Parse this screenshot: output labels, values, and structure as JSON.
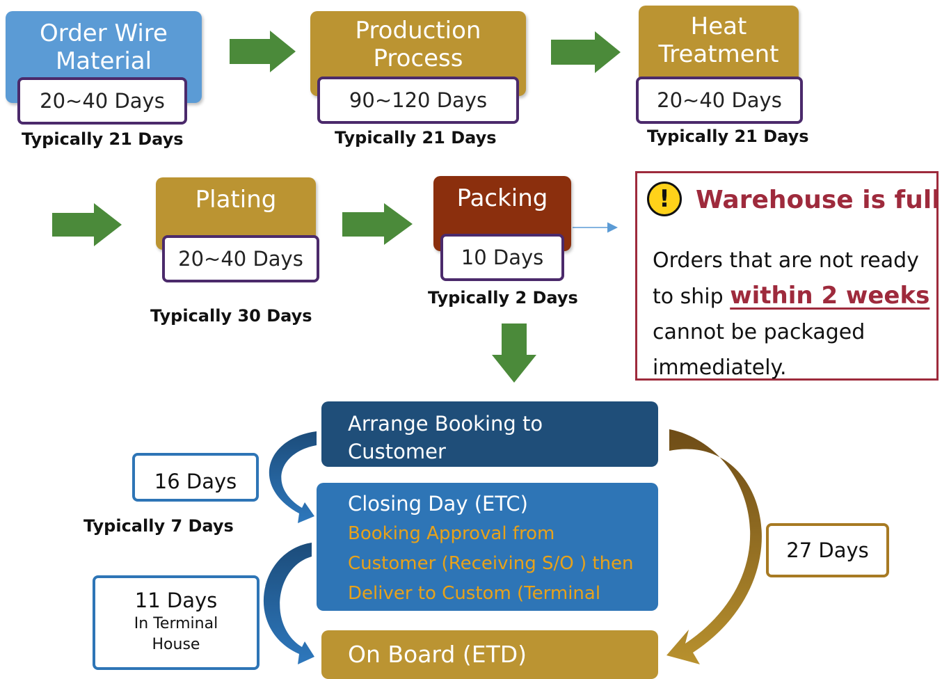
{
  "stages": {
    "order": {
      "title_1": "Order Wire",
      "title_2": "Material",
      "days": "20~40 Days",
      "typical": "Typically 21 Days"
    },
    "production": {
      "title_1": "Production",
      "title_2": "Process",
      "days": "90~120 Days",
      "typical": "Typically 21 Days"
    },
    "heat": {
      "title_1": "Heat",
      "title_2": "Treatment",
      "days": "20~40 Days",
      "typical": "Typically 21 Days"
    },
    "plating": {
      "title_1": "Plating",
      "days": "20~40 Days",
      "typical": "Typically 30 Days"
    },
    "packing": {
      "title_1": "Packing",
      "days": "10 Days",
      "typical": "Typically 2 Days"
    }
  },
  "warning": {
    "icon": "exclamation-icon",
    "title": "Warehouse is full !",
    "line_1": "Orders that are not ready",
    "line_2_prefix": "to ship ",
    "line_2_emphasis": "within 2 weeks",
    "line_3": "cannot be packaged",
    "line_4": "immediately."
  },
  "shipping": {
    "booking": {
      "line_1": "Arrange Booking to",
      "line_2": "Customer"
    },
    "closing": {
      "title": "Closing Day (ETC)",
      "line_1": "Booking Approval from",
      "line_2": "Customer (Receiving S/O ) then",
      "line_3": "Deliver to Custom (Terminal"
    },
    "onboard": {
      "title": "On Board (ETD)"
    },
    "days_16": "16 Days",
    "typical_7": "Typically 7 Days",
    "days_11": "11 Days",
    "days_11_note_1": "In Terminal",
    "days_11_note_2": "House",
    "days_27": "27 Days"
  },
  "colors": {
    "order_blue": "#5b9bd5",
    "gold": "#bb9432",
    "packing_brown": "#8b2f0d",
    "arrow_green": "#4b8a3a",
    "purple_border": "#4b2a6b",
    "warning_red": "#9e2a3c",
    "navy": "#1f4e79",
    "mid_blue": "#2e75b6",
    "orange_text": "#e8a21a",
    "curve_gold": "#a77a23"
  }
}
